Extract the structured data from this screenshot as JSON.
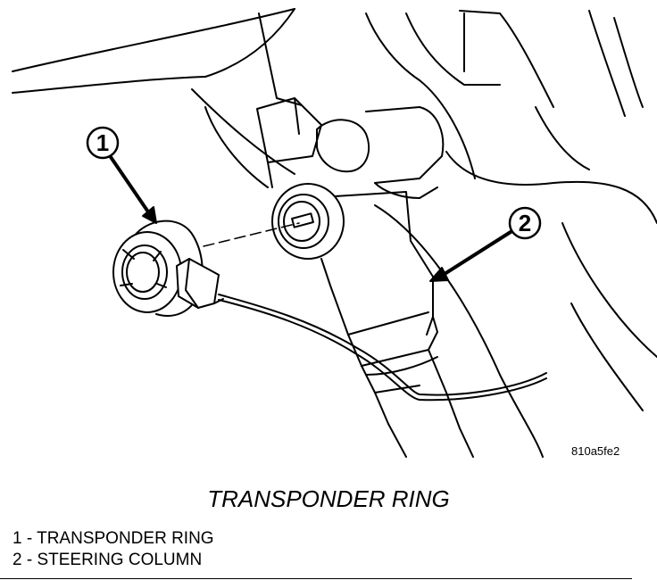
{
  "figure_id": "810a5fe2",
  "title": "TRANSPONDER RING",
  "callouts": [
    {
      "number": "1"
    },
    {
      "number": "2"
    }
  ],
  "legend": [
    {
      "text": "1 - TRANSPONDER RING"
    },
    {
      "text": "2 - STEERING COLUMN"
    }
  ]
}
